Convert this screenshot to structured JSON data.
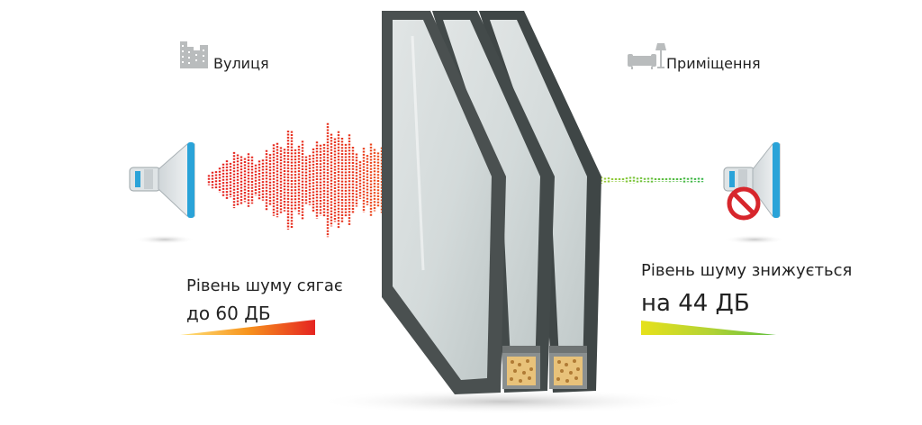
{
  "labels": {
    "street": "Вулиця",
    "room": "Приміщення",
    "street_note_line1": "Рівень шуму сягає",
    "street_note_line2": "до 60 ДБ",
    "room_note_line1": "Рівень шуму знижується",
    "room_note_line2": "на 44 ДБ"
  },
  "icons": {
    "street": "city-buildings-icon",
    "room": "sofa-lamp-icon",
    "source": "loudspeaker-icon",
    "receiver": "muted-loudspeaker-icon",
    "mute": "no-sign-icon"
  },
  "colors": {
    "loud": "#e52421",
    "mid": "#f7941d",
    "quiet": "#8dc63f",
    "frame": "#4a5050",
    "speaker_blue": "#2aa3d8"
  }
}
